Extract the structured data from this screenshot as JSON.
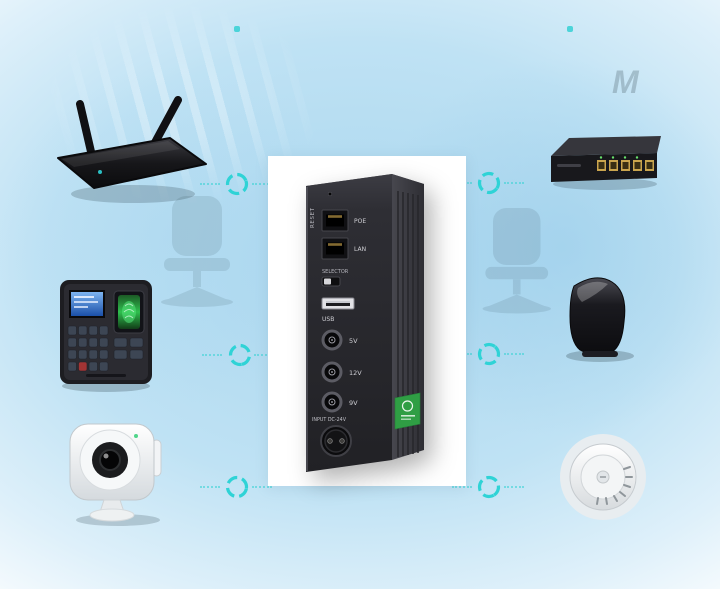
{
  "watermark": {
    "letter": "M"
  },
  "colors": {
    "accent_teal": "#2fd3d6",
    "sky_blue": "#bfe2f4",
    "ups_body": "#2b2b30",
    "green_label": "#2f9e44"
  },
  "ups": {
    "labels": {
      "reset": "RESET",
      "poe": "POE",
      "lan": "LAN",
      "selector": "SELECTOR",
      "usb": "USB",
      "out_5v": "5V",
      "out_12v": "12V",
      "out_9v": "9V",
      "input": "INPUT DC-24V"
    }
  },
  "devices": [
    {
      "id": "wifi-router",
      "position": "top-left"
    },
    {
      "id": "ethernet-switch",
      "position": "top-right"
    },
    {
      "id": "fingerprint-attendance-terminal",
      "position": "middle-left"
    },
    {
      "id": "cable-modem",
      "position": "middle-right"
    },
    {
      "id": "ip-camera",
      "position": "bottom-left"
    },
    {
      "id": "smoke-detector",
      "position": "bottom-right"
    }
  ]
}
